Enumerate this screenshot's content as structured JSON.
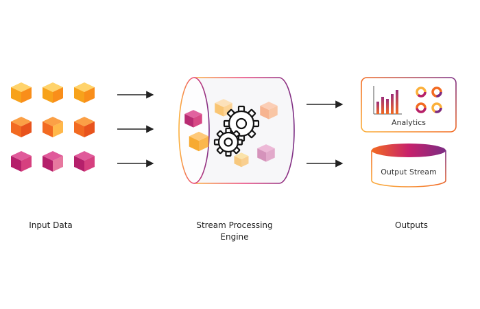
{
  "labels": {
    "input": "Input Data",
    "engine": "Stream Processing\nEngine",
    "outputs": "Outputs",
    "analytics": "Analytics",
    "output_stream": "Output Stream"
  },
  "icons": [
    "cube-icon",
    "arrow-right-icon",
    "gear-icon",
    "bar-chart-icon",
    "donut-icon",
    "database-cylinder-icon"
  ],
  "colors": {
    "amber": "#FBB03B",
    "orange": "#F26A21",
    "magenta": "#B5206B",
    "purple": "#7B2C83",
    "arrow": "#222222"
  },
  "cube_rows": [
    {
      "row": "top",
      "color": "amber",
      "count": 3
    },
    {
      "row": "middle",
      "color": "orange",
      "count": 3
    },
    {
      "row": "bottom",
      "color": "magenta",
      "count": 3
    }
  ]
}
